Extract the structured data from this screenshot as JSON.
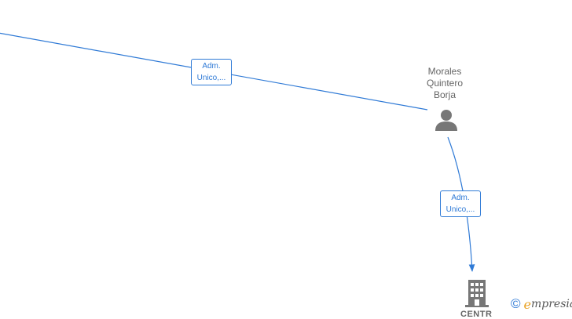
{
  "nodes": {
    "person": {
      "name_lines": [
        "Morales",
        "Quintero",
        "Borja"
      ],
      "icon": "person-icon"
    },
    "company": {
      "icon": "building-icon",
      "name_visible": "CENTR"
    }
  },
  "edges": {
    "top_edge_label": [
      "Adm.",
      "Unico,..."
    ],
    "person_company_label": [
      "Adm.",
      "Unico,..."
    ]
  },
  "brand": {
    "copyright": "©",
    "initial": "e",
    "name": "mpresia"
  },
  "colors": {
    "edge": "#2f7ad6",
    "node_icon": "#777777",
    "text": "#666666"
  }
}
